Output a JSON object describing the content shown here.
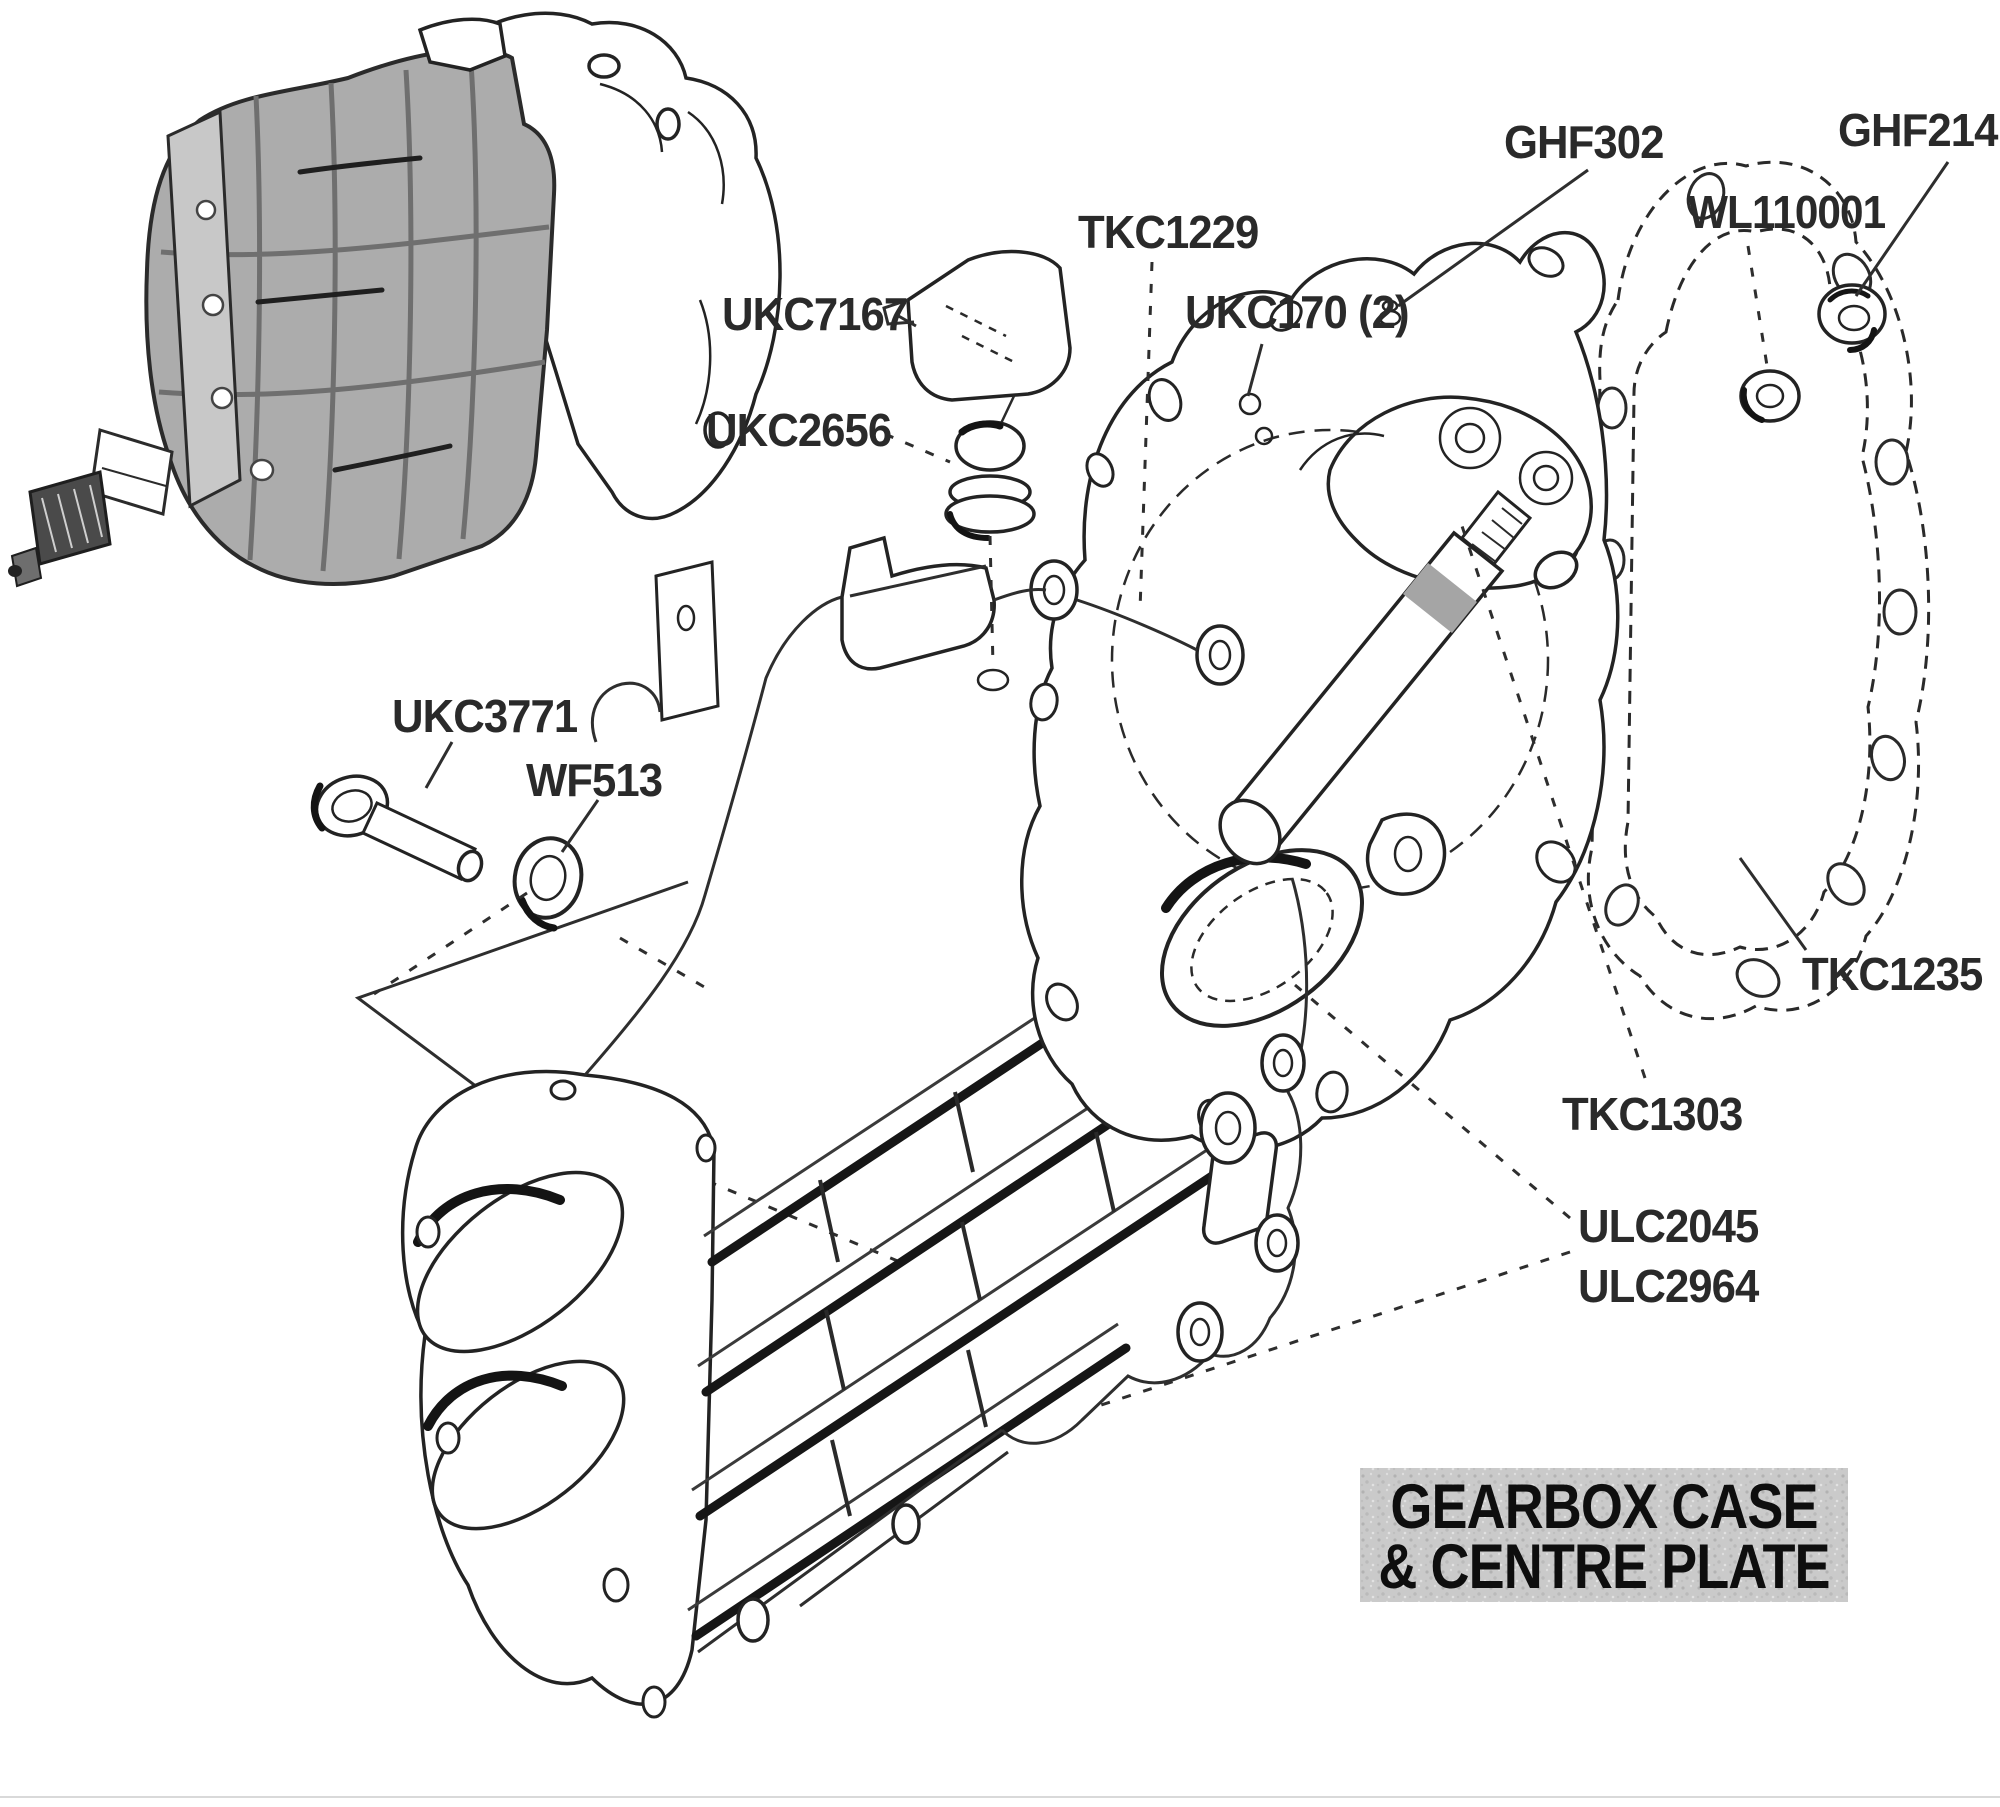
{
  "figure": {
    "type": "exploded-parts-diagram",
    "title_block": {
      "line1": "GEARBOX CASE",
      "line2": "& CENTRE PLATE"
    },
    "labels": {
      "tkc1229": "TKC1229",
      "ukc170": "UKC170 (2)",
      "ghf302": "GHF302",
      "ghf214": "GHF214",
      "wl110001": "WL110001",
      "ukc7167": "UKC7167",
      "ukc2656": "UKC2656",
      "ukc3771": "UKC3771",
      "wf513": "WF513",
      "tkc1235": "TKC1235",
      "tkc1303": "TKC1303",
      "ulc2045": "ULC2045",
      "ulc2964": "ULC2964"
    },
    "colors": {
      "ink": "#232323",
      "paper": "#ffffff",
      "thumbnail_fill": "#acacac",
      "shaft_spline_fill": "#4a4a4a",
      "title_block_bg": "#cacaca"
    }
  }
}
